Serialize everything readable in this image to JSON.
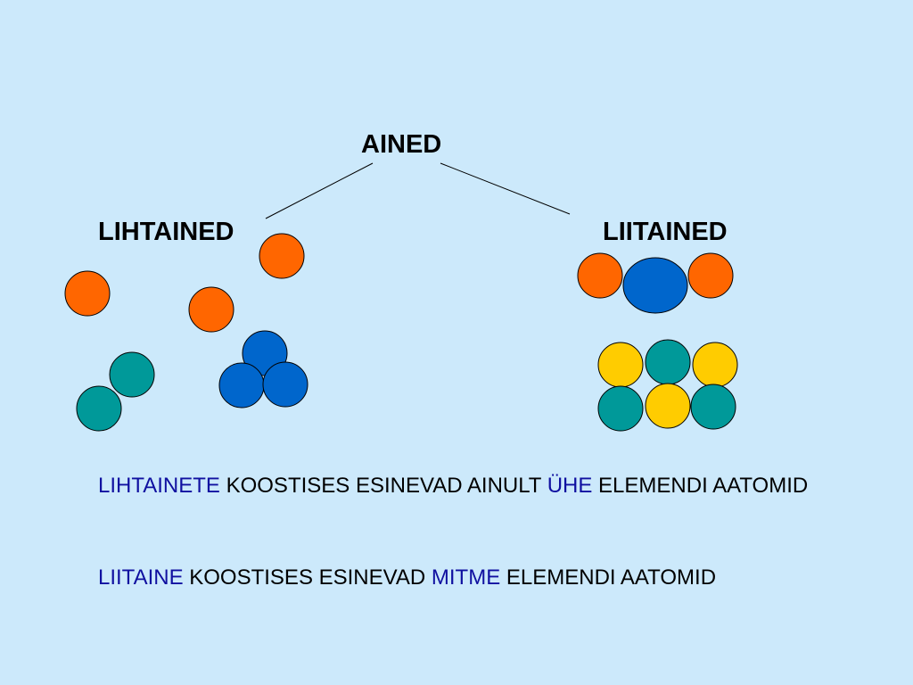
{
  "titles": {
    "root": "AINED",
    "left": "LIHTAINED",
    "right": "LIITAINED"
  },
  "text1": {
    "a": "LIHTAINETE",
    "b": " KOOSTISES ESINEVAD AINULT ",
    "c": "ÜHE",
    "d": " ELEMENDI AATOMID"
  },
  "text2": {
    "a": "LIITAINE",
    "b": " KOOSTISES ESINEVAD ",
    "c": "MITME",
    "d": " ELEMENDI AATOMID"
  },
  "colors": {
    "background": "#cce9fb",
    "orange": "#ff6600",
    "blue": "#0066cc",
    "teal": "#009999",
    "yellow": "#ffcc00",
    "highlight_text": "#1010a0"
  }
}
